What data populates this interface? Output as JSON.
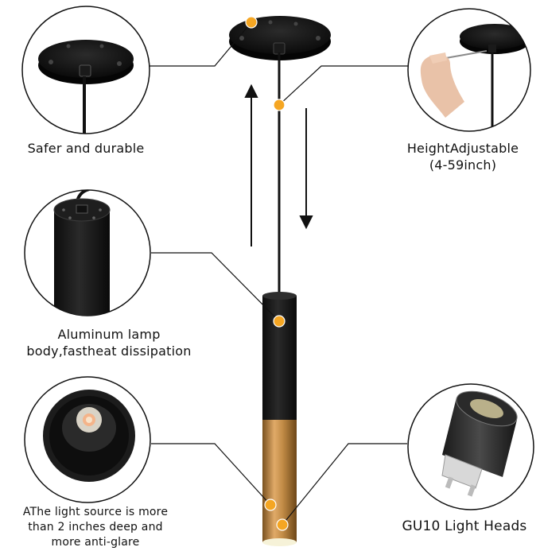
{
  "captions": {
    "safer": [
      "Safer and durable"
    ],
    "height": [
      "HeightAdjustable",
      "(4-59inch)"
    ],
    "aluminum": [
      "Aluminum lamp",
      "body,fastheat dissipation"
    ],
    "light_source": [
      "AThe light source is more",
      "than 2 inches deep and",
      "more anti-glare"
    ],
    "gu10": [
      "GU10 Light Heads"
    ]
  },
  "colors": {
    "marker": "#f5a623",
    "lamp_black": "#1b1b1b",
    "brass": "#c08a45",
    "line": "#111111"
  },
  "icons": {
    "adjust_arrows": "double-vertical-arrow"
  }
}
